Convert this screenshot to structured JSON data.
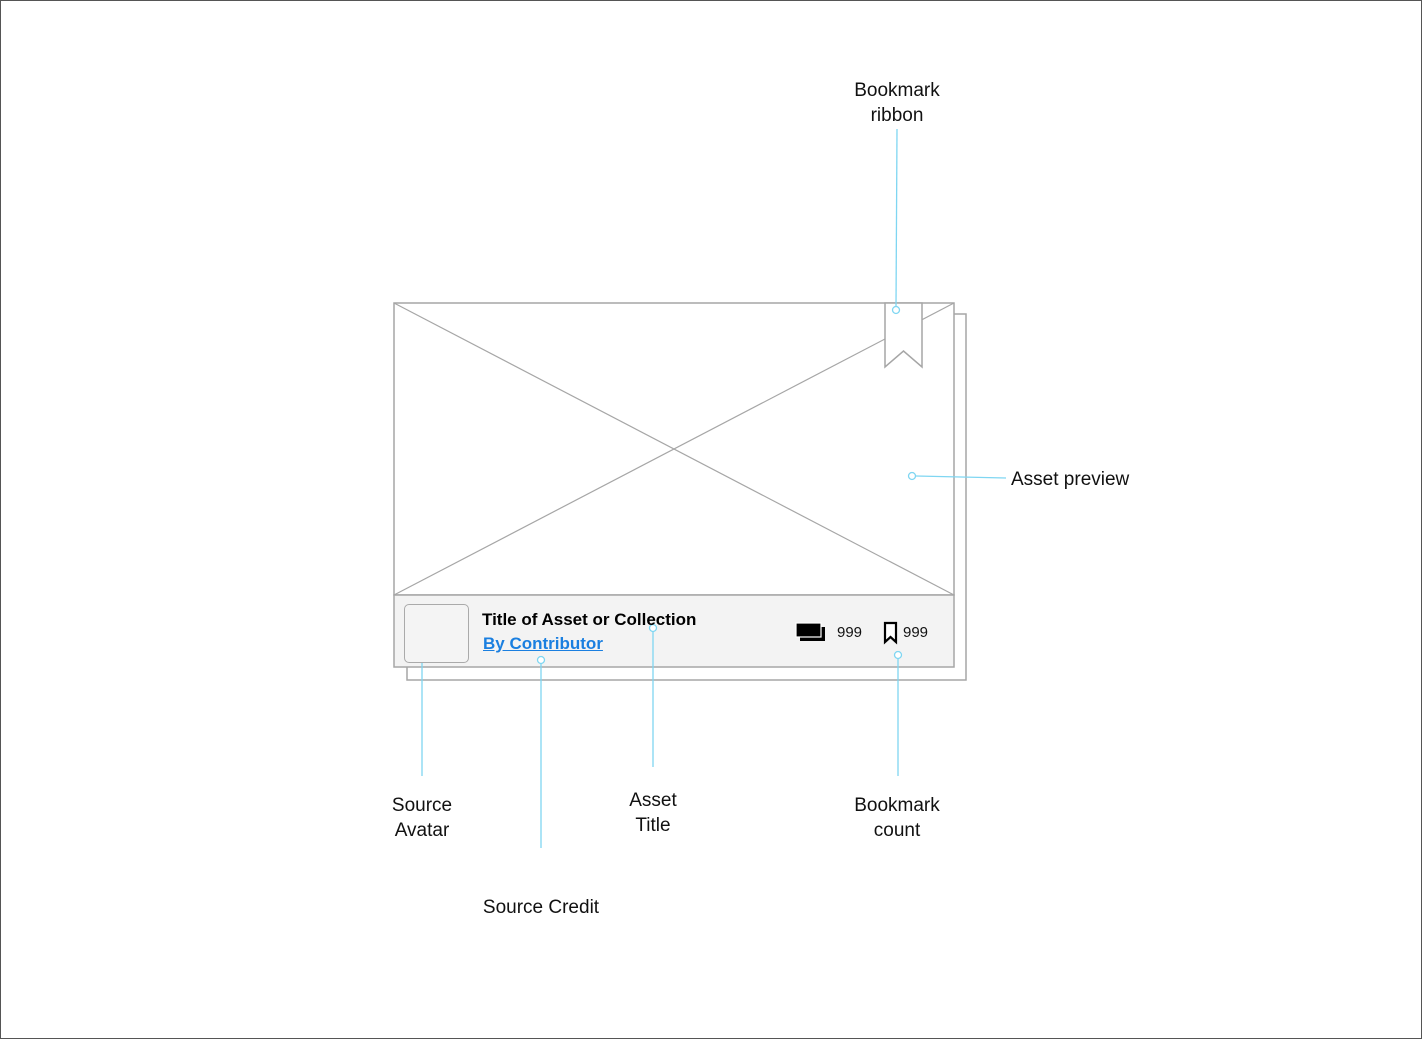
{
  "callouts": {
    "bookmark_ribbon": [
      "Bookmark",
      "ribbon"
    ],
    "asset_preview": "Asset preview",
    "source_avatar": [
      "Source",
      "Avatar"
    ],
    "source_credit": "Source Credit",
    "asset_title": [
      "Asset",
      "Title"
    ],
    "bookmark_count": [
      "Bookmark",
      "count"
    ]
  },
  "card": {
    "title": "Title of Asset or Collection",
    "credit": "By Contributor",
    "collection_count": "999",
    "bookmark_count": "999"
  },
  "colors": {
    "leader_line": "#7fd6f2",
    "wire_stroke": "#a6a6a6",
    "footer_bg": "#f3f3f3",
    "link": "#1a7fe0"
  },
  "icons": [
    "stack-icon",
    "bookmark-icon",
    "bookmark-ribbon-icon",
    "image-placeholder"
  ]
}
